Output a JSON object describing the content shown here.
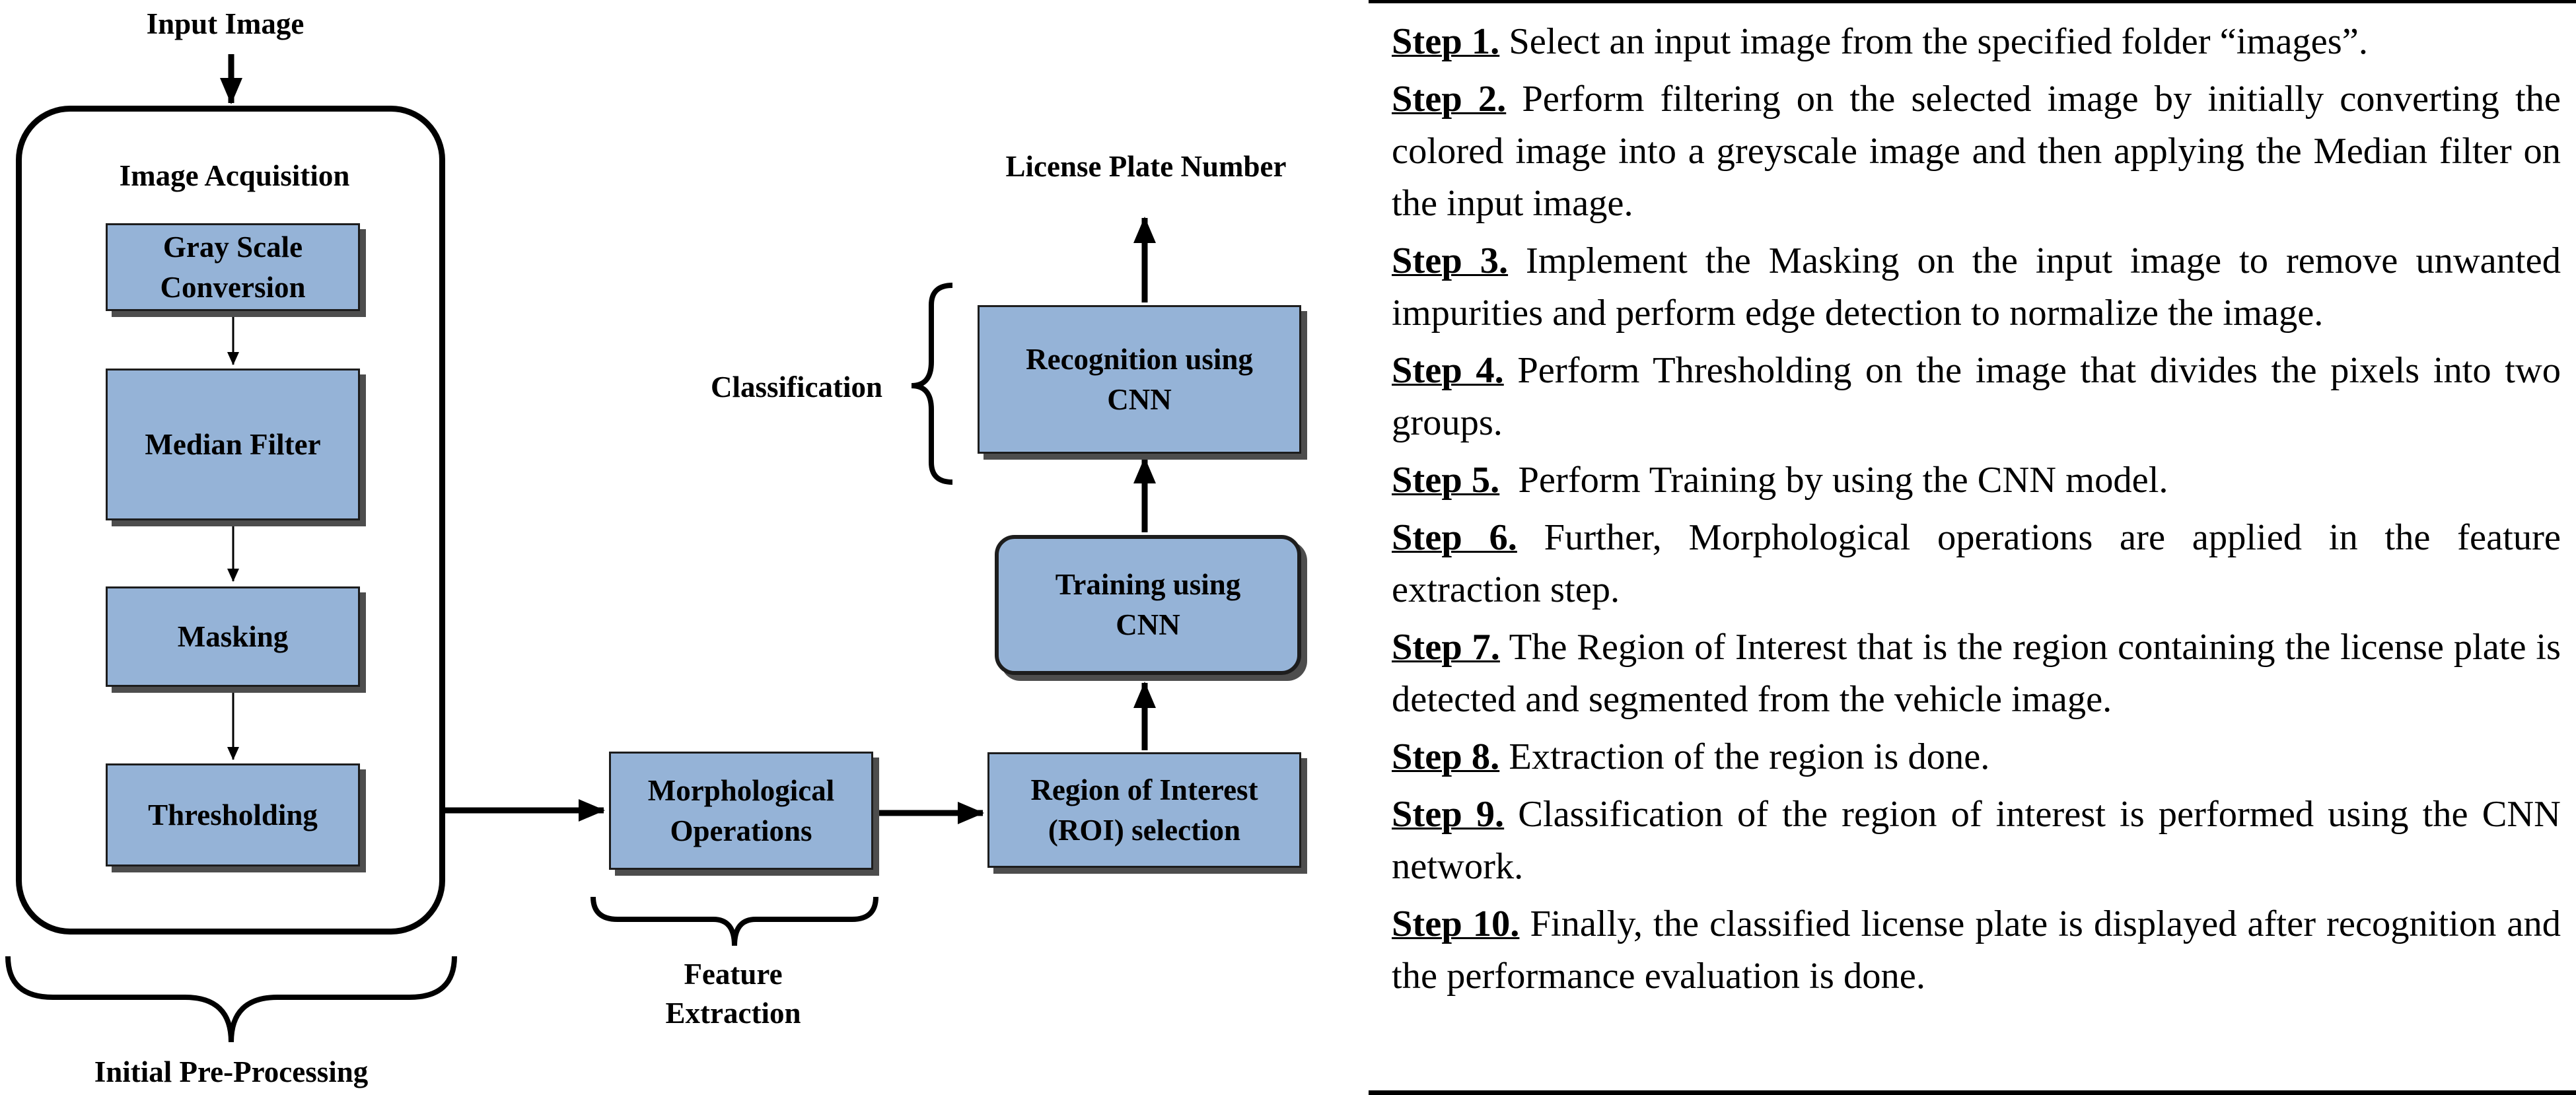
{
  "diagram": {
    "input_image": "Input Image",
    "image_acquisition": "Image Acquisition",
    "gray_scale": "Gray Scale\nConversion",
    "median_filter": "Median Filter",
    "masking": "Masking",
    "thresholding": "Thresholding",
    "initial_preprocessing": "Initial Pre-Processing",
    "morphological": "Morphological\nOperations",
    "feature_extraction": "Feature\nExtraction",
    "roi": "Region of Interest\n(ROI) selection",
    "training": "Training using\nCNN",
    "recognition": "Recognition using\nCNN",
    "classification": "Classification",
    "license_plate_number": "License Plate Number"
  },
  "steps": [
    {
      "label": "Step 1.",
      "text": " Select an input image from the specified folder “images”."
    },
    {
      "label": "Step 2.",
      "text": " Perform filtering on the selected image by initially converting the colored image into a greyscale image and then applying the Median filter on the input image."
    },
    {
      "label": "Step 3.",
      "text": " Implement the Masking on the input image to remove unwanted impurities and perform edge detection to normalize the image."
    },
    {
      "label": "Step 4.",
      "text": " Perform Thresholding on the image that divides the pixels into two groups."
    },
    {
      "label": "Step 5.",
      "text": "  Perform Training by using the CNN model."
    },
    {
      "label": "Step 6.",
      "text": " Further, Morphological operations are applied in the feature extraction step."
    },
    {
      "label": "Step 7.",
      "text": " The Region of Interest that is the region containing the license plate is detected and segmented from the vehicle image."
    },
    {
      "label": "Step 8.",
      "text": " Extraction of the region is done."
    },
    {
      "label": "Step 9.",
      "text": " Classification of the region of interest is performed using the CNN network."
    },
    {
      "label": "Step 10.",
      "text": " Finally, the classified license plate is displayed after recognition and the performance evaluation is done."
    }
  ]
}
